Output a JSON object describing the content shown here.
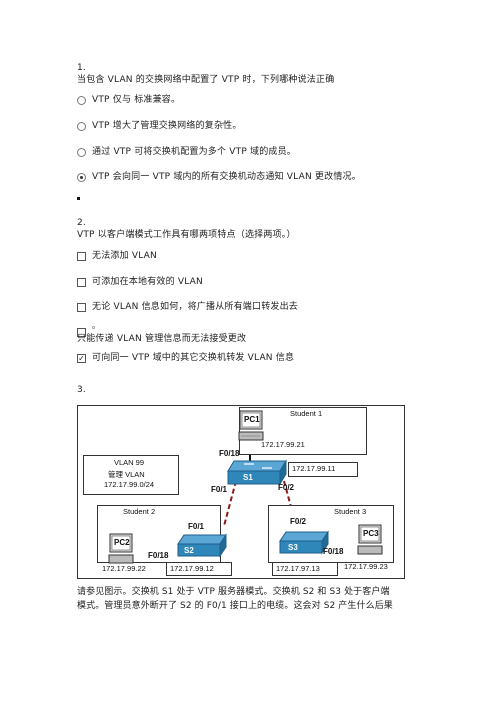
{
  "q1": {
    "number": "1.",
    "question": "当包含  VLAN  的交换网络中配置了  VTP  时，下列哪种说法正确",
    "options": [
      {
        "text": "VTP  仅与    标准兼容。",
        "selected": false
      },
      {
        "text": "VTP  增大了管理交换网络的复杂性。",
        "selected": false
      },
      {
        "text": "通过  VTP  可将交换机配置为多个  VTP  域的成员。",
        "selected": false
      },
      {
        "text": "VTP  会向同一  VTP  域内的所有交换机动态通知  VLAN  更改情况。",
        "selected": true
      }
    ]
  },
  "q2": {
    "number": "2.",
    "question": "VTP  以客户端模式工作具有哪两项特点（选择两项。）",
    "options": [
      {
        "text": "无法添加  VLAN",
        "checked": false
      },
      {
        "text": "可添加在本地有效的  VLAN",
        "checked": false
      },
      {
        "text": "无论  VLAN  信息如何，将广播从所有端口转发出去",
        "checked": false
      },
      {
        "text": "只能传递  VLAN  管理信息而无法接受更改",
        "checked": false,
        "prefix": "。"
      },
      {
        "text": "可向同一  VTP  域中的其它交换机转发  VLAN  信息",
        "checked": true
      }
    ]
  },
  "q3": {
    "number": "3.",
    "diagram": {
      "pc1": "PC1",
      "pc2": "PC2",
      "pc3": "PC3",
      "student1": "Student 1",
      "student2": "Student 2",
      "student3": "Student 3",
      "s1": "S1",
      "s2": "S2",
      "s3": "S3",
      "pc1_ip": "172.17.99.21",
      "s1_ip": "172.17.99.11",
      "pc2_ip": "172.17.99.22",
      "s2_ip": "172.17.99.12",
      "s3_ip": "172.17.97.13",
      "pc3_ip": "172.17.99.23",
      "vlan_line1": "VLAN 99",
      "vlan_line2": "管理 VLAN",
      "vlan_line3": "172.17.99.0/24",
      "s1_f018": "F0/18",
      "s1_f01": "F0/1",
      "s1_f02": "F0/2",
      "s2_f01": "F0/1",
      "s2_f018": "F0/18",
      "s3_f02": "F0/2",
      "s3_f018": "F0/18"
    },
    "para_line1": "请参见图示。交换机  S1  处于  VTP  服务器模式。交换机  S2  和  S3  处于客户端",
    "para_line2": "模式。管理员意外断开了  S2  的  F0/1  接口上的电缆。这会对  S2  产生什么后果"
  },
  "colors": {
    "switch_blue": "#2f86b8",
    "trunk_red": "#8b1a1a"
  }
}
